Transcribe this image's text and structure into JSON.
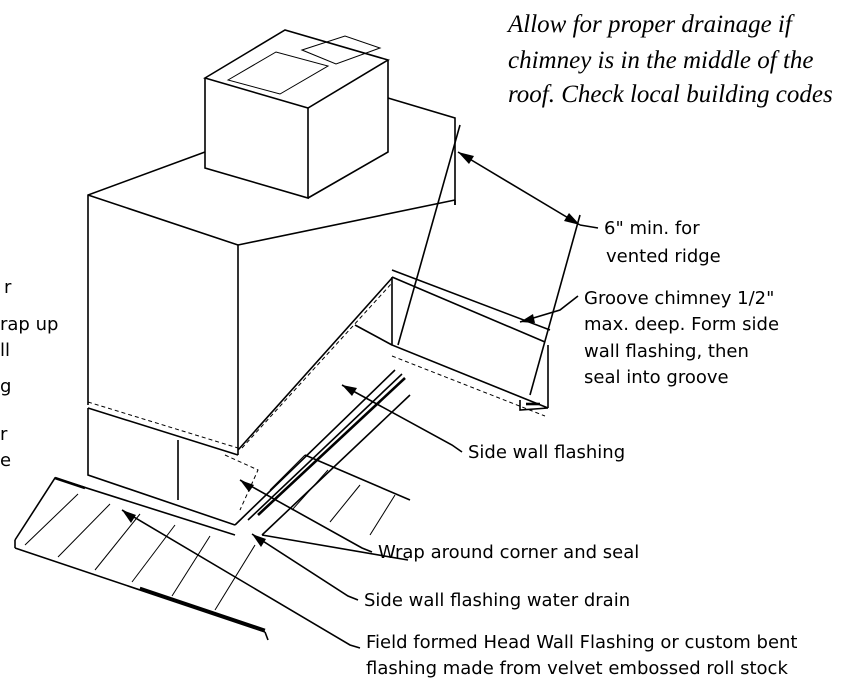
{
  "note": {
    "lines": [
      "Allow for proper drainage if",
      "chimney is in the middle of the",
      "roof. Check local building codes"
    ]
  },
  "callouts": {
    "vented_ridge": [
      "6\" min. for",
      "vented ridge"
    ],
    "groove": [
      "Groove chimney 1/2\"",
      "max. deep. Form side",
      "wall flashing, then",
      "seal into groove"
    ],
    "side_wall_flashing": "Side wall flashing",
    "wrap_corner": "Wrap around corner and seal",
    "water_drain": "Side wall flashing water drain",
    "head_wall": [
      "Field formed Head Wall Flashing or custom bent",
      "flashing made from velvet embossed roll stock"
    ]
  },
  "left_fragments": [
    "r",
    "rap up",
    "ll",
    "g",
    "r",
    "e"
  ]
}
